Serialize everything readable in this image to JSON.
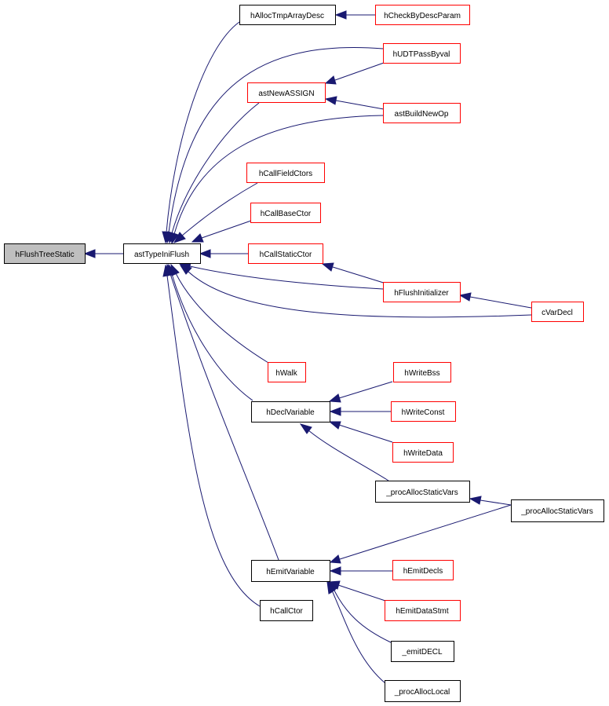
{
  "colors": {
    "edge": "#191970",
    "root_fill": "#bfbfbf",
    "link_border": "#ff0000",
    "plain_border": "#000000"
  },
  "nodes": {
    "hFlushTreeStatic": "hFlushTreeStatic",
    "astTypeIniFlush": "astTypeIniFlush",
    "hAllocTmpArrayDesc": "hAllocTmpArrayDesc",
    "hCheckByDescParam": "hCheckByDescParam",
    "hUDTPassByval": "hUDTPassByval",
    "astNewASSIGN": "astNewASSIGN",
    "astBuildNewOp": "astBuildNewOp",
    "hCallFieldCtors": "hCallFieldCtors",
    "hCallBaseCtor": "hCallBaseCtor",
    "hCallStaticCtor": "hCallStaticCtor",
    "hFlushInitializer": "hFlushInitializer",
    "cVarDecl": "cVarDecl",
    "hWalk": "hWalk",
    "hWriteBss": "hWriteBss",
    "hDeclVariable": "hDeclVariable",
    "hWriteConst": "hWriteConst",
    "hWriteData": "hWriteData",
    "procAllocStaticVars1": "_procAllocStaticVars",
    "procAllocStaticVars2": "_procAllocStaticVars",
    "hEmitVariable": "hEmitVariable",
    "hEmitDecls": "hEmitDecls",
    "hEmitDataStmt": "hEmitDataStmt",
    "emitDECL": "_emitDECL",
    "hCallCtor": "hCallCtor",
    "procAllocLocal": "_procAllocLocal"
  }
}
